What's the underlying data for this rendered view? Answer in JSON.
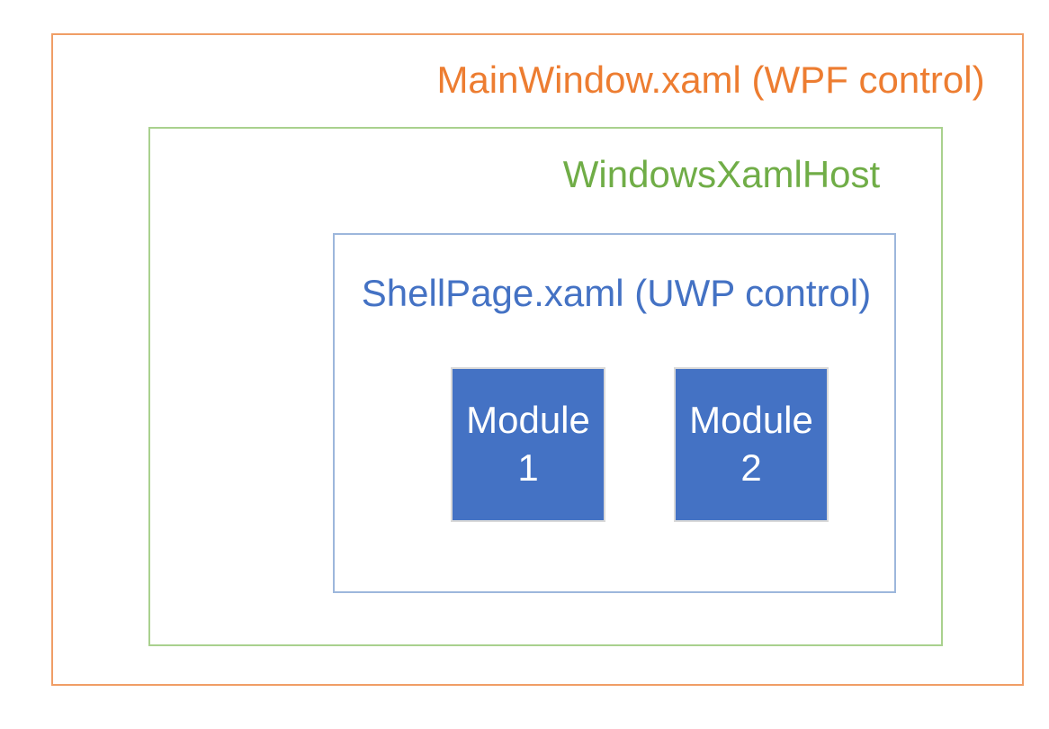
{
  "diagram": {
    "mainwindow_label": "MainWindow.xaml (WPF control)",
    "windowsxamlhost_label": "WindowsXamlHost",
    "shellpage_label": "ShellPage.xaml (UWP control)",
    "modules": [
      {
        "name": "Module",
        "number": "1"
      },
      {
        "name": "Module",
        "number": "2"
      }
    ],
    "colors": {
      "mainwindow_text": "#ED7D31",
      "mainwindow_border": "#F09E66",
      "windowsxamlhost_text": "#70AD47",
      "windowsxamlhost_border": "#A9D18E",
      "shellpage_text": "#4472C4",
      "shellpage_border": "#9DB7DC",
      "module_fill": "#4472C4",
      "module_border": "#D9D9D9",
      "module_text": "#FFFFFF"
    }
  }
}
